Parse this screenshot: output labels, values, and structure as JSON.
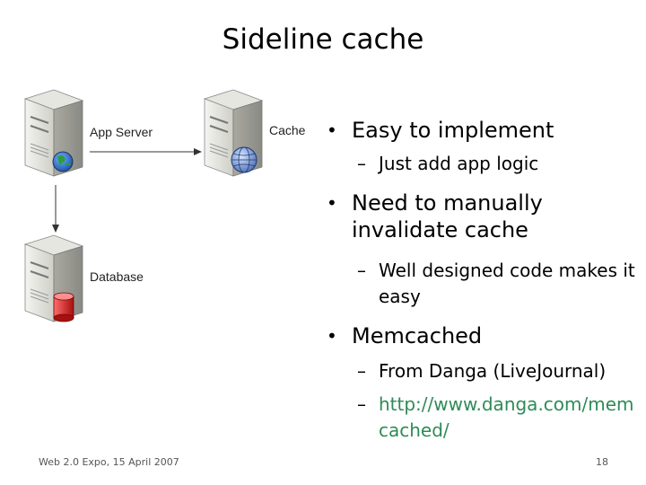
{
  "slide": {
    "title": "Sideline cache",
    "diagram": {
      "app_server_label": "App Server",
      "cache_label": "Cache",
      "database_label": "Database"
    },
    "bullets": [
      {
        "text": "Easy to implement",
        "sub": [
          "Just add app logic"
        ]
      },
      {
        "text": "Need to manually invalidate cache",
        "sub": [
          "Well designed code makes it easy"
        ]
      },
      {
        "text": "Memcached",
        "sub": [
          "From Danga (LiveJournal)",
          "http://www.danga.com/memcached/"
        ]
      }
    ],
    "footer": {
      "left": "Web 2.0 Expo, 15 April 2007",
      "page_number": "18"
    }
  }
}
